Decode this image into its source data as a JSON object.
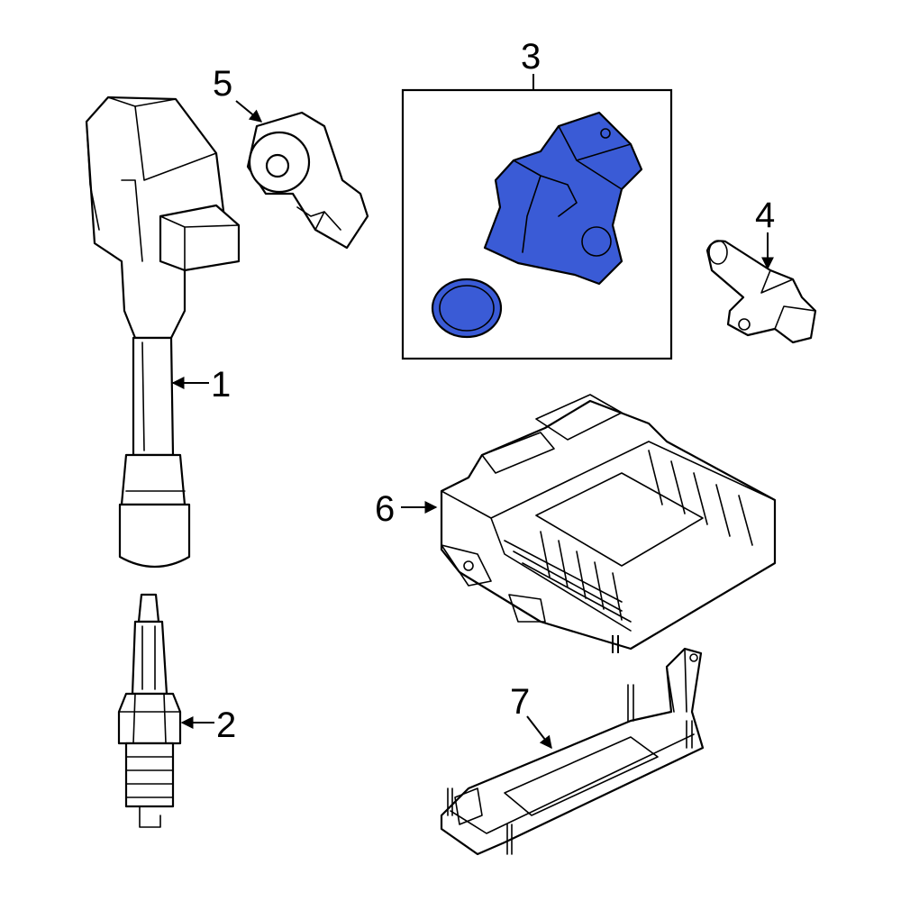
{
  "colors": {
    "highlight": "#3a5bd6",
    "line": "#000000",
    "background": "#ffffff"
  },
  "callouts": {
    "c1": "1",
    "c2": "2",
    "c3": "3",
    "c4": "4",
    "c5": "5",
    "c6": "6",
    "c7": "7"
  }
}
